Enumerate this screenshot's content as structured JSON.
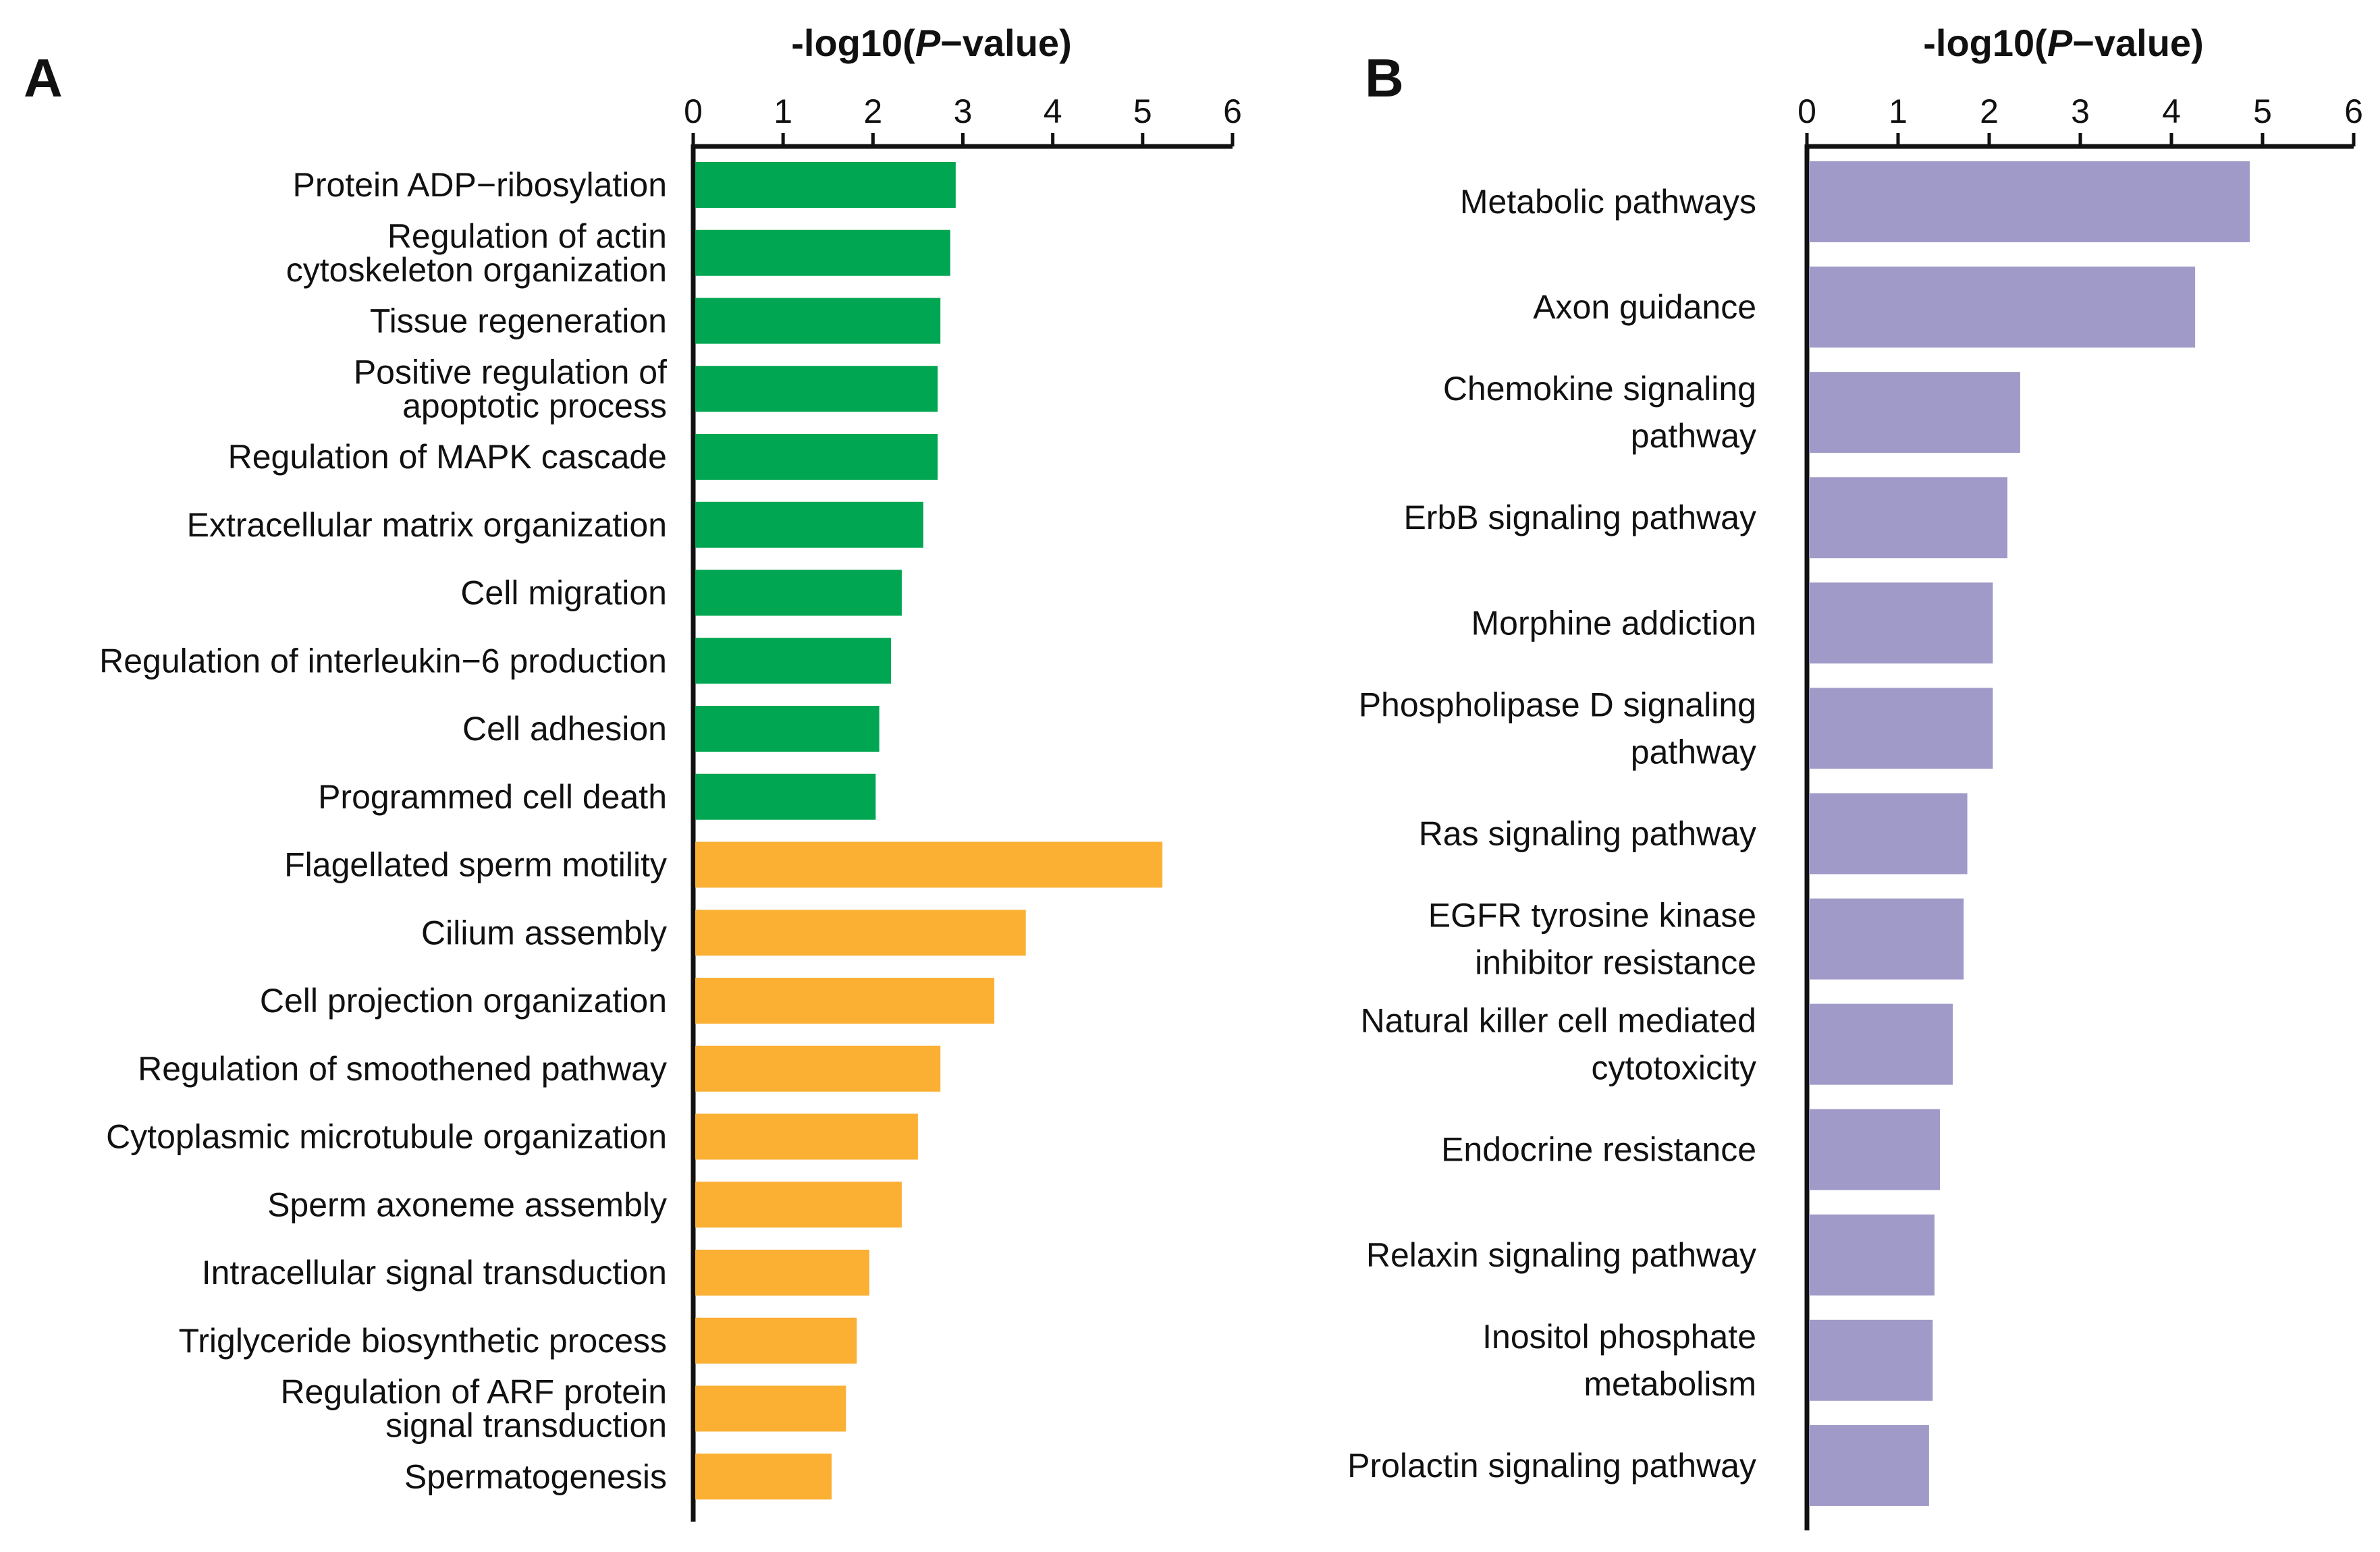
{
  "chart_data": [
    {
      "type": "bar",
      "orientation": "horizontal",
      "panel": "A",
      "title_prefix": "-log10(",
      "title_italic": "P",
      "title_suffix": "−value)",
      "xlim": [
        0,
        6
      ],
      "ticks": [
        0,
        1,
        2,
        3,
        4,
        5,
        6
      ],
      "categories": [
        [
          "Protein ADP−ribosylation"
        ],
        [
          "Regulation of actin",
          "cytoskeleton organization"
        ],
        [
          "Tissue regeneration"
        ],
        [
          "Positive regulation of",
          "apoptotic process"
        ],
        [
          "Regulation of MAPK cascade"
        ],
        [
          "Extracellular matrix organization"
        ],
        [
          "Cell migration"
        ],
        [
          "Regulation of interleukin−6 production"
        ],
        [
          "Cell adhesion"
        ],
        [
          "Programmed cell death"
        ],
        [
          "Flagellated sperm motility"
        ],
        [
          "Cilium assembly"
        ],
        [
          "Cell projection organization"
        ],
        [
          "Regulation of smoothened pathway"
        ],
        [
          "Cytoplasmic microtubule organization"
        ],
        [
          "Sperm axoneme assembly"
        ],
        [
          "Intracellular signal transduction"
        ],
        [
          "Triglyceride biosynthetic process"
        ],
        [
          "Regulation of ARF protein",
          "signal transduction"
        ],
        [
          "Spermatogenesis"
        ]
      ],
      "values": [
        2.92,
        2.86,
        2.75,
        2.72,
        2.72,
        2.56,
        2.32,
        2.2,
        2.07,
        2.03,
        5.22,
        3.7,
        3.35,
        2.75,
        2.5,
        2.32,
        1.96,
        1.82,
        1.7,
        1.54
      ],
      "group_colors": [
        "#00a651",
        "#00a651",
        "#00a651",
        "#00a651",
        "#00a651",
        "#00a651",
        "#00a651",
        "#00a651",
        "#00a651",
        "#00a651",
        "#fbb034",
        "#fbb034",
        "#fbb034",
        "#fbb034",
        "#fbb034",
        "#fbb034",
        "#fbb034",
        "#fbb034",
        "#fbb034",
        "#fbb034"
      ]
    },
    {
      "type": "bar",
      "orientation": "horizontal",
      "panel": "B",
      "title_prefix": "-log10(",
      "title_italic": "P",
      "title_suffix": "−value)",
      "xlim": [
        0,
        6
      ],
      "ticks": [
        0,
        1,
        2,
        3,
        4,
        5,
        6
      ],
      "categories": [
        [
          "Metabolic pathways"
        ],
        [
          "Axon guidance"
        ],
        [
          "Chemokine signaling",
          "pathway"
        ],
        [
          "ErbB signaling pathway"
        ],
        [
          "Morphine addiction"
        ],
        [
          "Phospholipase D signaling",
          "pathway"
        ],
        [
          "Ras signaling pathway"
        ],
        [
          "EGFR tyrosine kinase",
          "inhibitor resistance"
        ],
        [
          "Natural killer cell mediated",
          "cytotoxicity"
        ],
        [
          "Endocrine resistance"
        ],
        [
          "Relaxin signaling pathway"
        ],
        [
          "Inositol phosphate",
          "metabolism"
        ],
        [
          "Prolactin signaling pathway"
        ]
      ],
      "values": [
        4.86,
        4.26,
        2.34,
        2.2,
        2.04,
        2.04,
        1.76,
        1.72,
        1.6,
        1.46,
        1.4,
        1.38,
        1.34
      ],
      "bar_color": "#a09ac8"
    }
  ]
}
